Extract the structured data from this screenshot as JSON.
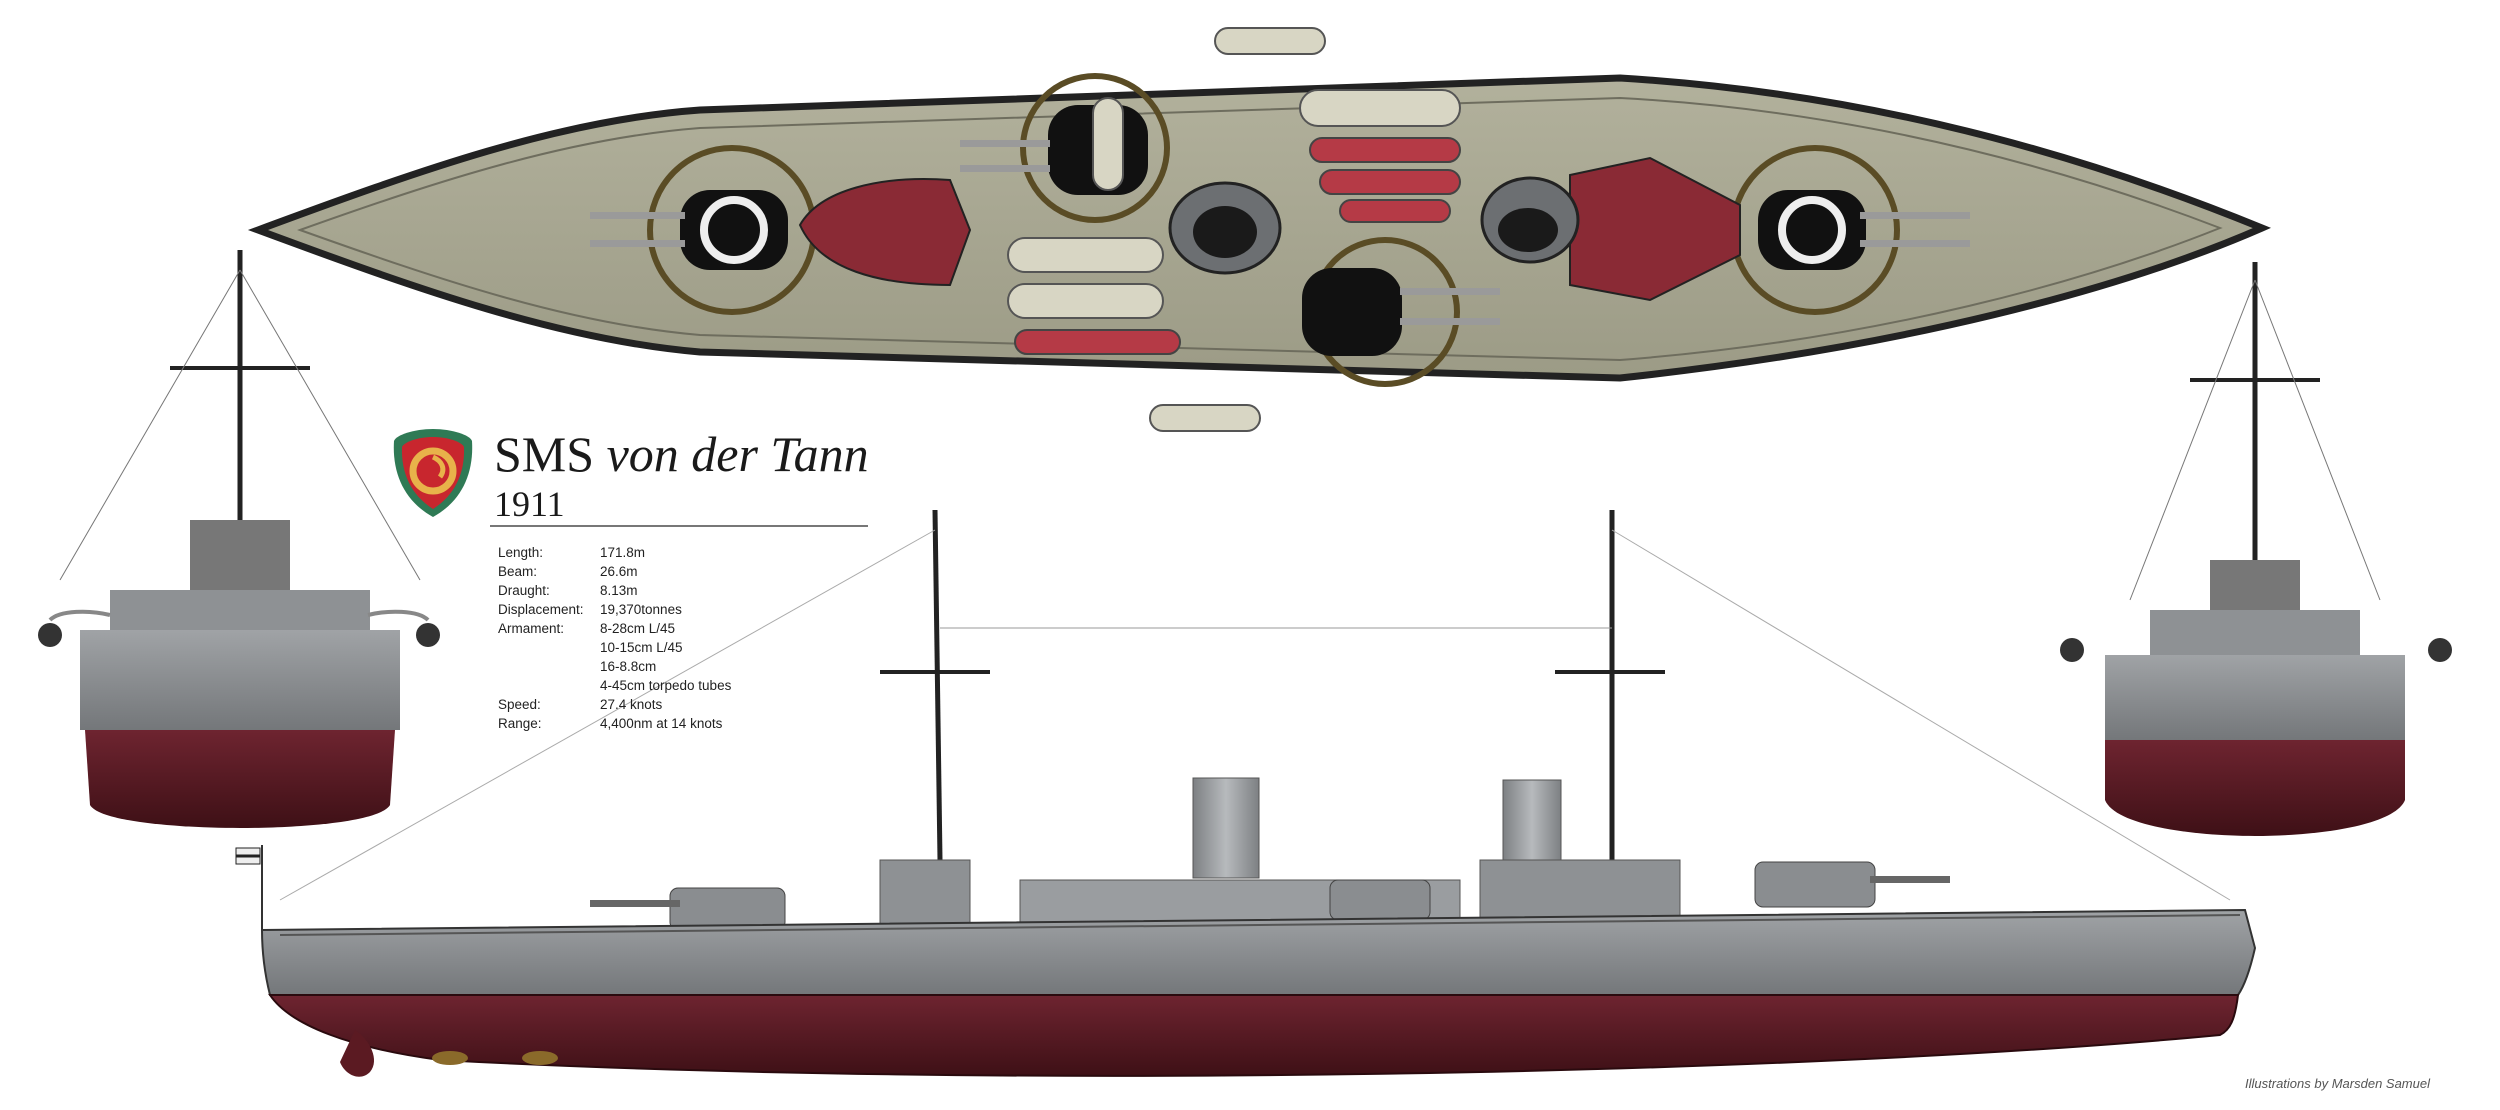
{
  "ship": {
    "name_prefix": "SMS",
    "name_italic": "von der Tann",
    "year": "1911"
  },
  "specs": [
    {
      "label": "Length:",
      "value": "171.8m"
    },
    {
      "label": "Beam:",
      "value": "26.6m"
    },
    {
      "label": "Draught:",
      "value": "8.13m"
    },
    {
      "label": "Displacement:",
      "value": "19,370tonnes"
    },
    {
      "label": "Armament:",
      "value": "8-28cm L/45"
    },
    {
      "label": "",
      "value": "10-15cm L/45"
    },
    {
      "label": "",
      "value": "16-8.8cm"
    },
    {
      "label": "",
      "value": "4-45cm torpedo tubes"
    },
    {
      "label": "Speed:",
      "value": "27.4 knots"
    },
    {
      "label": "Range:",
      "value": "4,400nm at 14 knots"
    }
  ],
  "credit": "Illustrations by Marsden Samuel",
  "colors": {
    "deck": "#a9a893",
    "hull_grey": "#8a8d90",
    "hull_red": "#5b1a22",
    "turret_black": "#111111",
    "boat_red": "#9a3340",
    "emblem_red": "#c8262e",
    "emblem_gold": "#e8b24a",
    "emblem_green": "#2f7a55"
  },
  "icons": {
    "emblem": "crest-icon",
    "flag": "flag-icon"
  }
}
